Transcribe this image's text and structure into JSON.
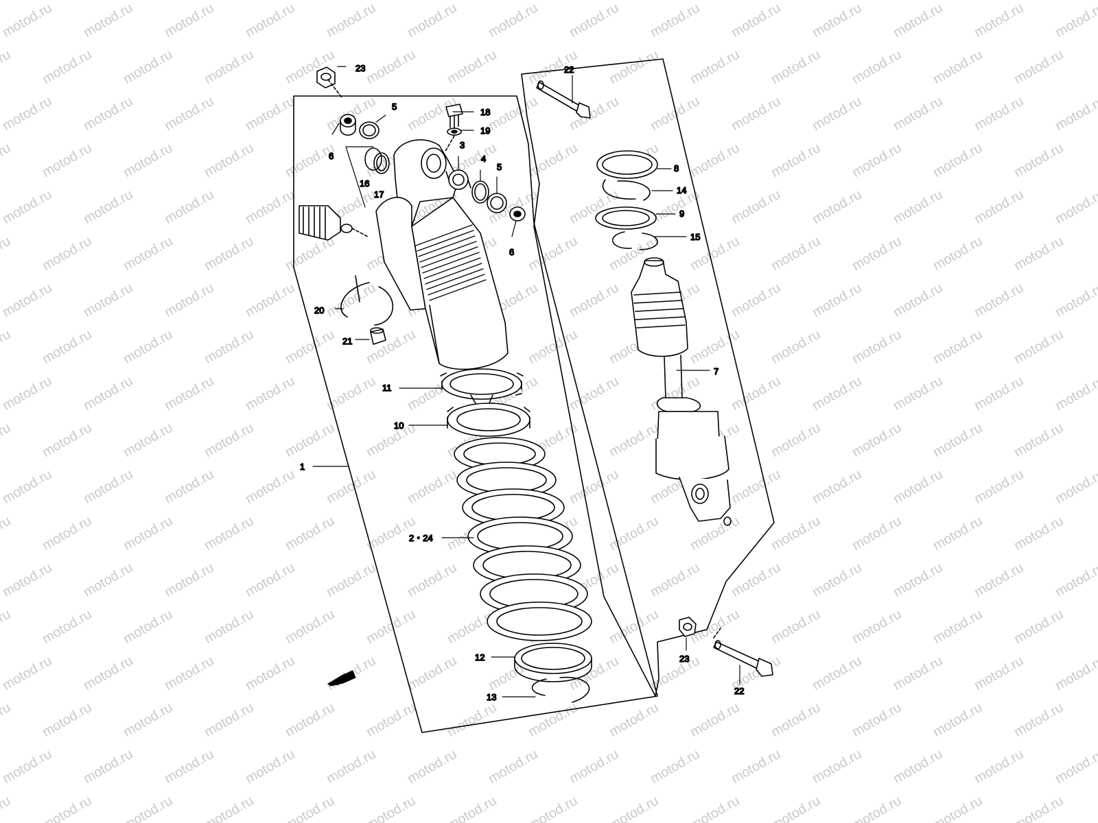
{
  "watermark": "motod.ru",
  "direction_badge": "FWD",
  "callouts": {
    "c1": "1",
    "c2_24": "2・24",
    "c3": "3",
    "c4": "4",
    "c5a": "5",
    "c5b": "5",
    "c6a": "6",
    "c6b": "6",
    "c7": "7",
    "c8": "8",
    "c9": "9",
    "c10": "10",
    "c11": "11",
    "c12": "12",
    "c13": "13",
    "c14": "14",
    "c15": "15",
    "c16": "16",
    "c17": "17",
    "c18": "18",
    "c19": "19",
    "c20": "20",
    "c21": "21",
    "c22a": "22",
    "c22b": "22",
    "c23a": "23",
    "c23b": "23"
  }
}
